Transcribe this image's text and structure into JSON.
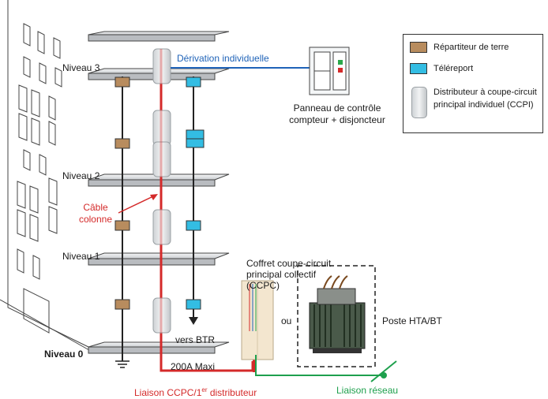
{
  "levels": {
    "niveau3": "Niveau 3",
    "niveau2": "Niveau 2",
    "niveau1": "Niveau 1",
    "niveau0": "Niveau 0"
  },
  "labels": {
    "derivation": "Dérivation individuelle",
    "panel_line1": "Panneau de contrôle",
    "panel_line2": "compteur + disjoncteur",
    "cable_line1": "Câble",
    "cable_line2": "colonne",
    "ccpc_line1": "Coffret coupe-circuit",
    "ccpc_line2": "principal collectif",
    "ccpc_line3": "(CCPC)",
    "ou": "ou",
    "poste": "Poste HTA/BT",
    "vers_btr": "vers BTR",
    "maxi": "200A Maxi",
    "liaison_ccpc_pre": "Liaison CCPC/1",
    "liaison_ccpc_sup": "er",
    "liaison_ccpc_post": " distributeur",
    "liaison_reseau": "Liaison réseau"
  },
  "legend": {
    "items": [
      {
        "label": "Répartiteur de terre",
        "color": "#b88c5e"
      },
      {
        "label": "Téléreport",
        "color": "#33bde3"
      },
      {
        "label_line1": "Distributeur à coupe-circuit",
        "label_line2": "principal individuel (CCPI)"
      }
    ]
  },
  "colors": {
    "red_cable": "#d42a2a",
    "blue_line": "#1f63b8",
    "green_link": "#1ea04d",
    "earth_box": "#b88c5e",
    "telereport_box": "#33bde3"
  }
}
